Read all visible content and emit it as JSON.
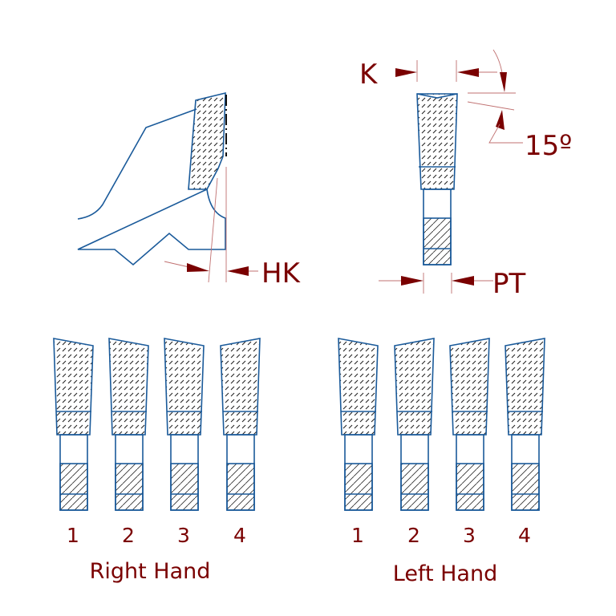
{
  "labels": {
    "hook_angle": "HK",
    "kerf": "K",
    "plate_thickness": "PT",
    "bevel_angle": "15º"
  },
  "right_hand": {
    "title": "Right Hand",
    "teeth": [
      {
        "number": "1",
        "high_side": "left"
      },
      {
        "number": "2",
        "high_side": "left"
      },
      {
        "number": "3",
        "high_side": "left"
      },
      {
        "number": "4",
        "high_side": "right"
      }
    ]
  },
  "left_hand": {
    "title": "Left Hand",
    "teeth": [
      {
        "number": "1",
        "high_side": "left"
      },
      {
        "number": "2",
        "high_side": "right"
      },
      {
        "number": "3",
        "high_side": "right"
      },
      {
        "number": "4",
        "high_side": "right"
      }
    ]
  },
  "colors": {
    "outline": "#1a5a9a",
    "dimension": "#7a0000"
  }
}
